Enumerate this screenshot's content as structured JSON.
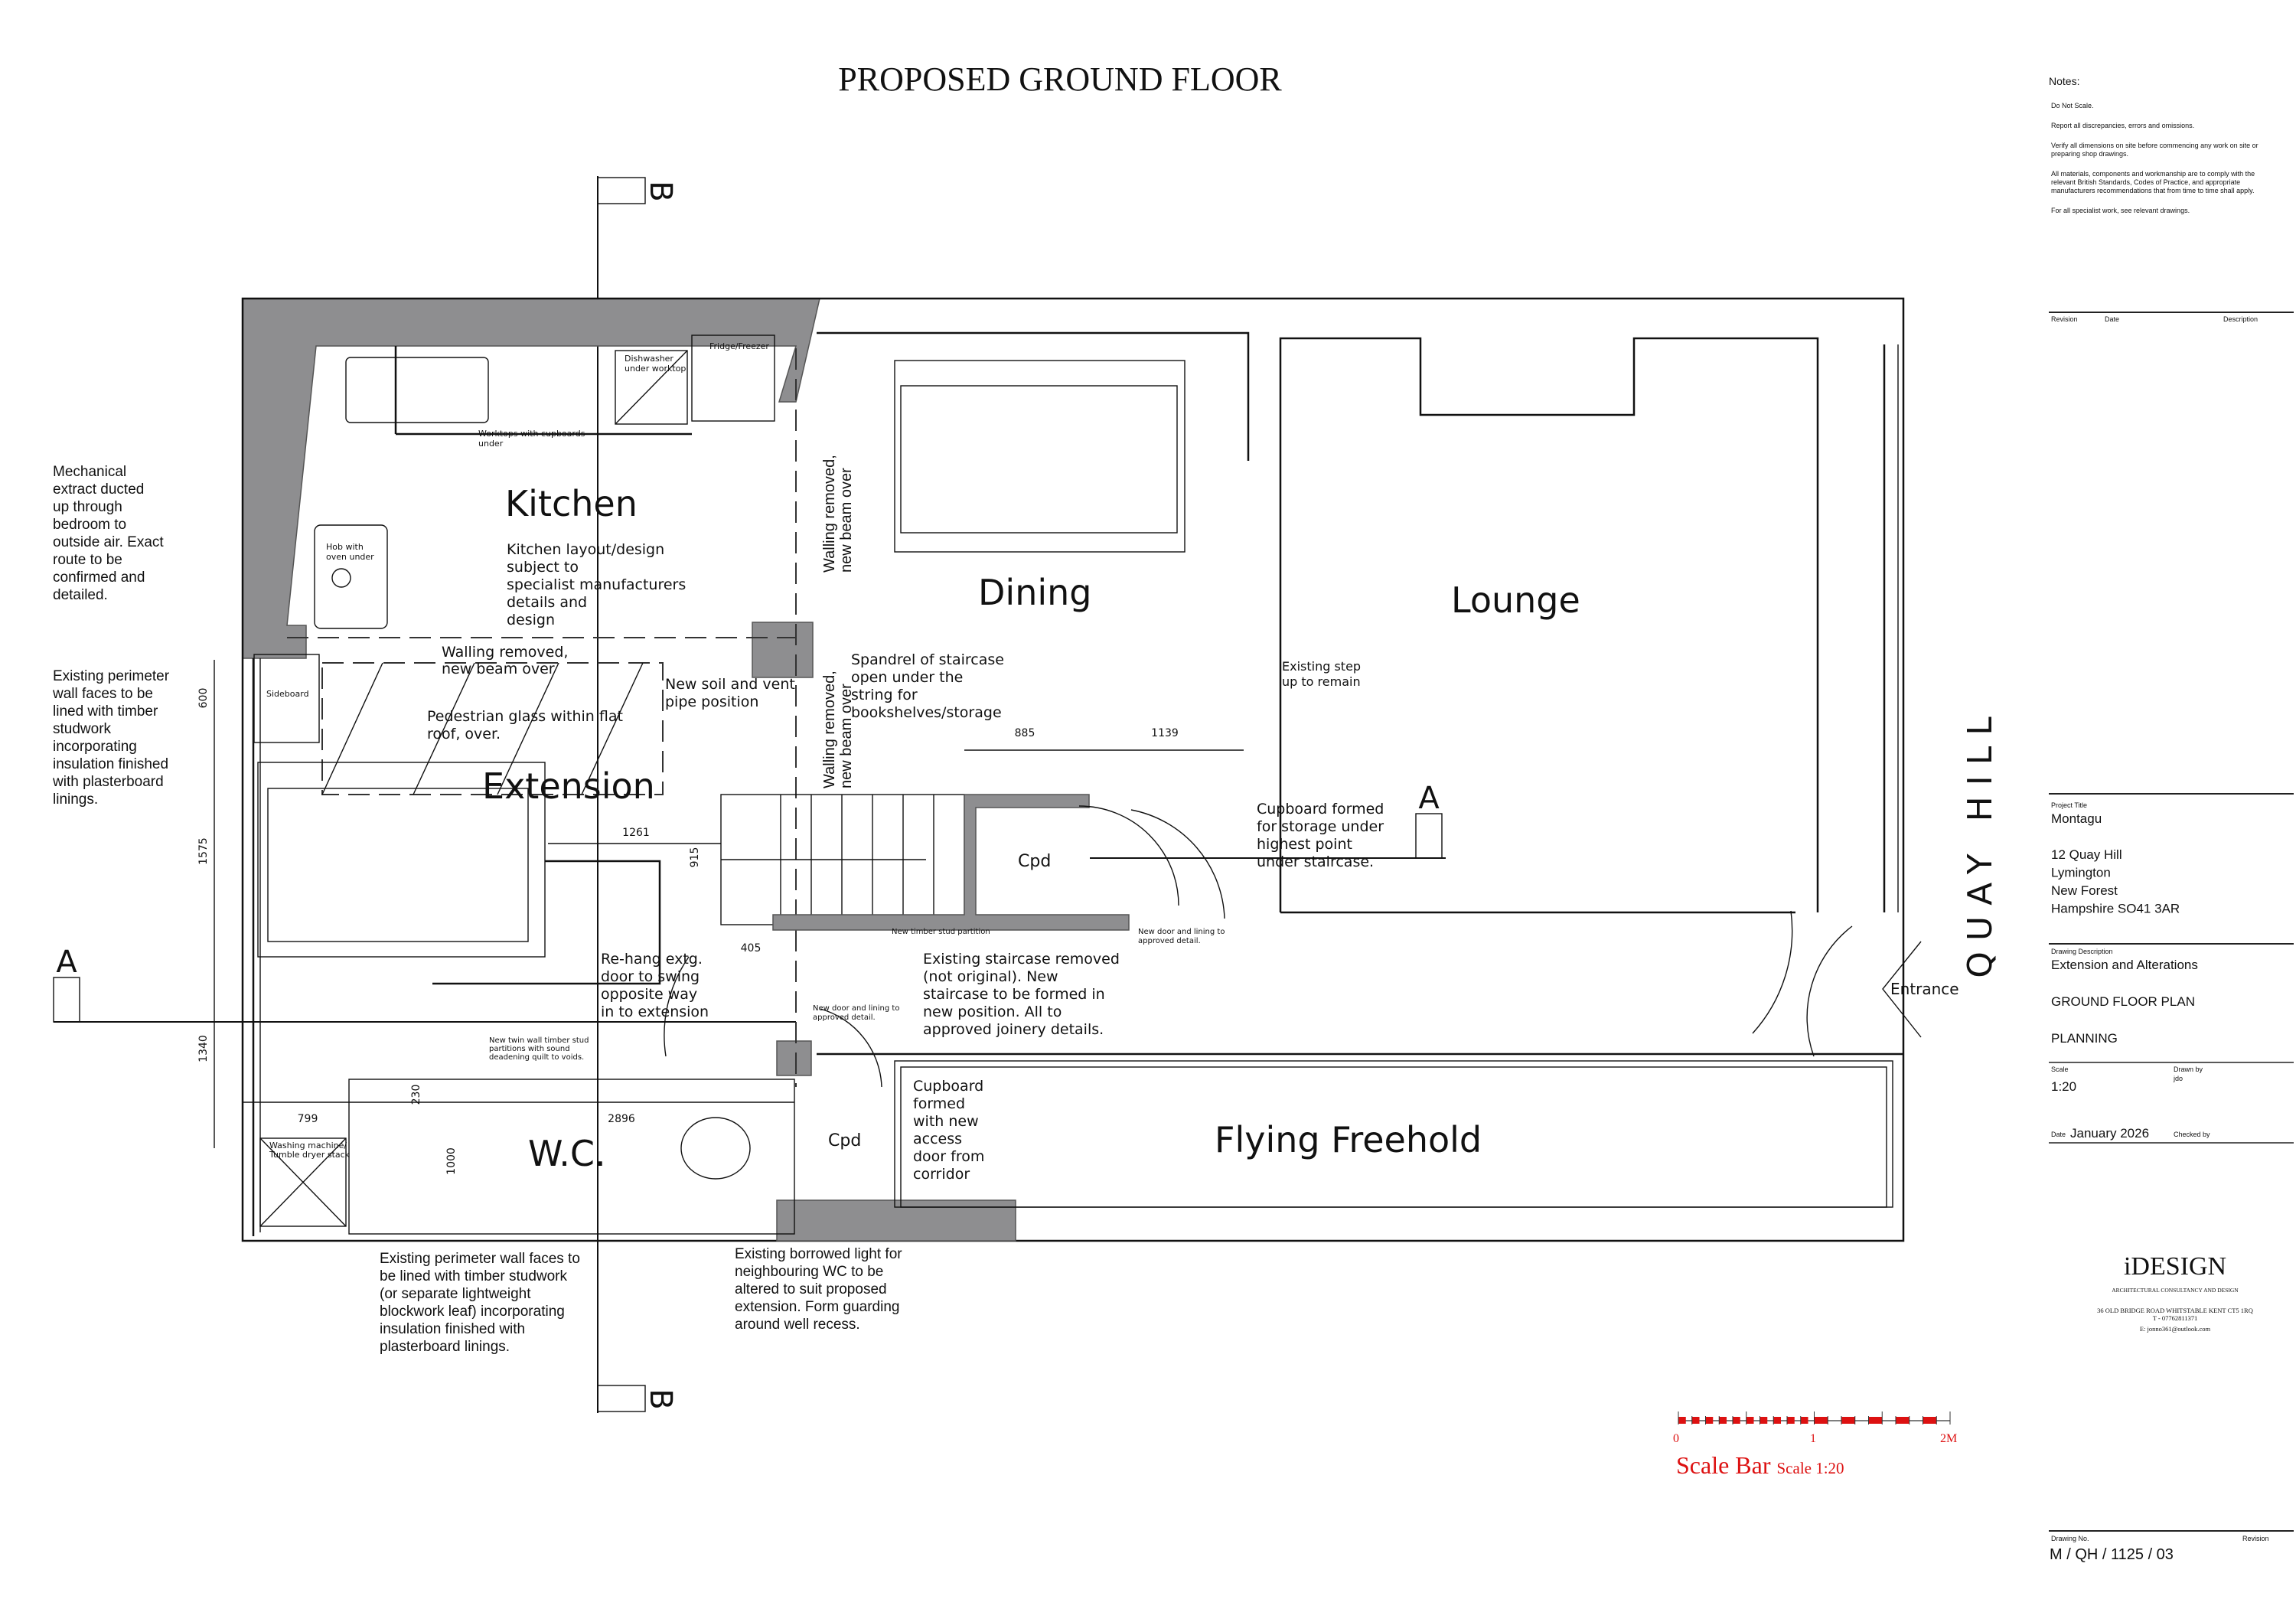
{
  "title": "PROPOSED GROUND FLOOR",
  "rooms": {
    "kitchen": "Kitchen",
    "dining": "Dining",
    "lounge": "Lounge",
    "extension": "Extension",
    "wc": "W.C.",
    "flying_freehold": "Flying Freehold",
    "cpd_stair": "Cpd",
    "cpd_corridor": "Cpd"
  },
  "street": "QUAY HILL",
  "entrance": "Entrance",
  "section_markers": {
    "b_top": "B",
    "b_bottom": "B",
    "a_left": "A",
    "a_right": "A"
  },
  "fixtures": {
    "dishwasher": [
      "Dishwasher",
      "under worktop"
    ],
    "fridge": "Fridge/Freezer",
    "worktops": [
      "Worktops with cupboards",
      "under"
    ],
    "hob": [
      "Hob with",
      "oven under"
    ],
    "sideboard": "Sideboard",
    "washing": [
      "Washing machine/",
      "Tumble dryer stack"
    ]
  },
  "annotations": {
    "mechanical": [
      "Mechanical",
      "extract ducted",
      "up through",
      "bedroom to",
      "outside air. Exact",
      "route to be",
      "confirmed and",
      "detailed."
    ],
    "perimeter_top": [
      "Existing perimeter",
      "wall faces to be",
      "lined with timber",
      "studwork",
      "incorporating",
      "insulation finished",
      "with plasterboard",
      "linings."
    ],
    "kitchen_note": [
      "Kitchen layout/design",
      "subject to",
      "specialist manufacturers",
      "details and",
      "design"
    ],
    "walling_h": [
      "Walling removed,",
      "new beam over"
    ],
    "glass": [
      "Pedestrian glass within flat",
      "roof, over."
    ],
    "soil": [
      "New soil and vent",
      "pipe position"
    ],
    "walling_v1": [
      "Walling removed,",
      "new beam over"
    ],
    "walling_v2": [
      "Walling removed,",
      "new beam over"
    ],
    "spandrel": [
      "Spandrel of staircase",
      "open under the",
      "string for",
      "bookshelves/storage"
    ],
    "step": [
      "Existing step",
      "up to remain"
    ],
    "cupboard_stair": [
      "Cupboard formed",
      "for storage under",
      "highest point",
      "under staircase."
    ],
    "rehang": [
      "Re-hang extg.",
      "door to swing",
      "opposite way",
      "in to extension"
    ],
    "staircase": [
      "Existing staircase removed",
      "(not original). New",
      "staircase to be formed in",
      "new position. All to",
      "approved joinery details."
    ],
    "cupboard_corridor": [
      "Cupboard",
      "formed",
      "with new",
      "access",
      "door from",
      "corridor"
    ],
    "door_lining_1": [
      "New door and lining to",
      "approved detail."
    ],
    "door_lining_2": [
      "New door and lining to",
      "approved detail."
    ],
    "stud_partition": "New timber stud partition",
    "twin_wall": [
      "New twin wall timber stud",
      "partitions with sound",
      "deadening quilt to voids."
    ],
    "perimeter_bottom": [
      "Existing perimeter wall faces to",
      "be lined with timber studwork",
      "(or separate lightweight",
      "blockwork leaf) incorporating",
      "insulation finished with",
      "plasterboard linings."
    ],
    "borrowed_light": [
      "Existing borrowed light for",
      "neighbouring WC to be",
      "altered to suit proposed",
      "extension. Form guarding",
      "around well recess."
    ]
  },
  "dimensions": {
    "d600": "600",
    "d1575": "1575",
    "d1340": "1340",
    "d1261": "1261",
    "d915": "915",
    "d405": "405",
    "d799": "799",
    "d2896": "2896",
    "d230": "230",
    "d1000": "1000",
    "d885": "885",
    "d1139": "1139"
  },
  "notes": {
    "heading": "Notes:",
    "items": [
      [
        "Do Not Scale."
      ],
      [
        "Report all discrepancies, errors and omissions."
      ],
      [
        "Verify all dimensions on site before commencing any work on site or",
        "preparing shop drawings."
      ],
      [
        "All materials, components and workmanship are to comply with the",
        "relevant British Standards, Codes of Practice, and appropriate",
        "manufacturers recommendations that from time to time shall apply."
      ],
      [
        "For all specialist work, see relevant drawings."
      ]
    ]
  },
  "revision_table": {
    "revision": "Revision",
    "date": "Date",
    "description": "Description"
  },
  "title_block": {
    "project_title_label": "Project Title",
    "project_title": "Montagu",
    "address": [
      "12 Quay Hill",
      "Lymington",
      "New Forest",
      "Hampshire SO41 3AR"
    ],
    "drawing_description_label": "Drawing Description",
    "description": "Extension and Alterations",
    "plan": "GROUND FLOOR PLAN",
    "status": "PLANNING",
    "scale_label": "Scale",
    "scale": "1:20",
    "drawn_by_label": "Drawn by",
    "drawn_by": "jdo",
    "date_label": "Date",
    "date": "January 2026",
    "checked_by_label": "Checked by",
    "drawing_no_label": "Drawing No.",
    "drawing_no": "M / QH / 1125 / 03",
    "revision_label": "Revision"
  },
  "company": {
    "logo": "iDESIGN",
    "tagline": "ARCHITECTURAL CONSULTANCY AND DESIGN",
    "address": "36 OLD BRIDGE ROAD WHITSTABLE KENT CT5 1RQ",
    "phone": "T - 07762811371",
    "email": "E: jonno361@outlook.com"
  },
  "scale_bar": {
    "labels": [
      "0",
      "1",
      "2M"
    ],
    "title": "Scale Bar",
    "subtitle": "Scale 1:20",
    "color": "#dd1111",
    "length_m": 2
  }
}
